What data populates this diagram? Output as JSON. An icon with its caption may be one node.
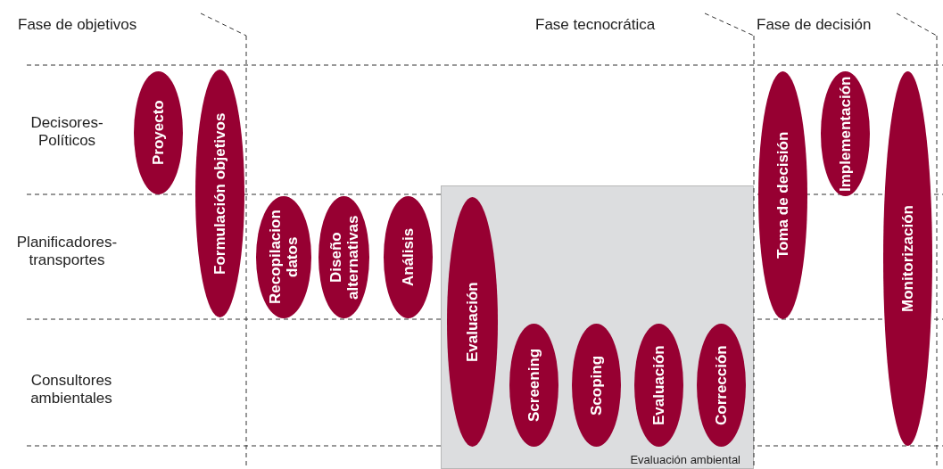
{
  "diagram": {
    "nodes": [
      {
        "text": [
          "Proyecto"
        ]
      },
      {
        "text": [
          "Formulación objetivos"
        ]
      },
      {
        "text": [
          "Recopilacion datos"
        ]
      },
      {
        "text": [
          "Diseño alternativas"
        ]
      },
      {
        "text": [
          "Análisis"
        ]
      },
      {
        "text": [
          "Evaluación ambiental"
        ]
      },
      {
        "text": [
          "Evaluación"
        ],
        "in": 5
      },
      {
        "text": [
          "Screening"
        ],
        "in": 5
      },
      {
        "text": [
          "Scoping"
        ],
        "in": 5
      },
      {
        "text": [
          "Evaluación"
        ],
        "in": 5
      },
      {
        "text": [
          "Corrección"
        ],
        "in": 5
      },
      {
        "text": [
          "Toma de decisión"
        ]
      },
      {
        "text": [
          "Implementación"
        ]
      },
      {
        "text": [
          "Monitorización"
        ]
      }
    ],
    "edges": [],
    "labels": [
      "Fase de objetivos",
      "Fase tecnocrática",
      "Fase de decisión",
      "Decisores-Políticos",
      "Planificadores-transportes",
      "Consultores ambientales"
    ]
  }
}
